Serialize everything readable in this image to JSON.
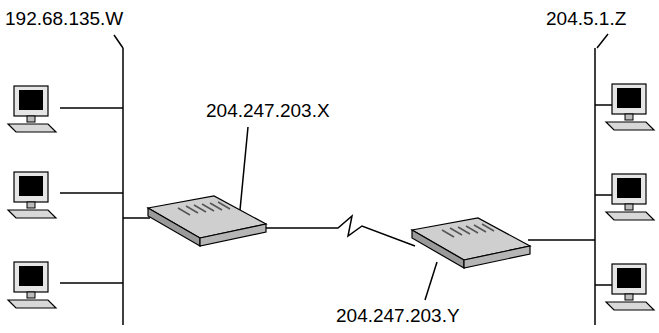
{
  "diagram": {
    "labels": [
      "192.68.135.W",
      "204.247.203.X",
      "204.5.1.Z",
      "204.247.203.Y"
    ]
  }
}
